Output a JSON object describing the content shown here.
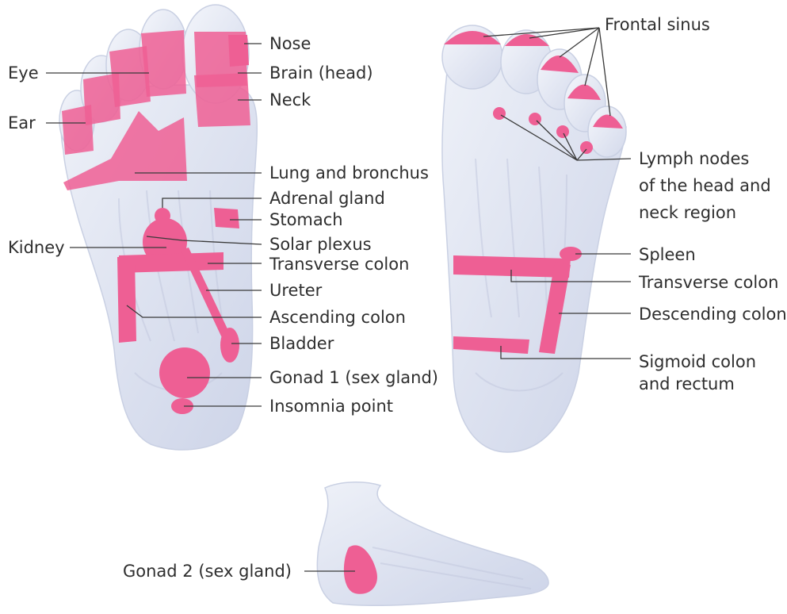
{
  "colors": {
    "zone": "#ee5f94",
    "foot": "#dfe4f1",
    "text": "#2e2e2e"
  },
  "labels": {
    "nose": "Nose",
    "brain": "Brain (head)",
    "neck": "Neck",
    "eye": "Eye",
    "ear": "Ear",
    "lung": "Lung and bronchus",
    "adrenal": "Adrenal gland",
    "stomach": "Stomach",
    "kidney": "Kidney",
    "solar_plexus": "Solar plexus",
    "transverse_colon_left": "Transverse colon",
    "ureter": "Ureter",
    "ascending_colon": "Ascending colon",
    "bladder": "Bladder",
    "gonad1": "Gonad 1 (sex gland)",
    "insomnia": "Insomnia point",
    "frontal_sinus": "Frontal sinus",
    "lymph_line1": "Lymph nodes",
    "lymph_line2": "of the head and",
    "lymph_line3": "neck region",
    "spleen": "Spleen",
    "transverse_colon_right": "Transverse colon",
    "descending_colon": "Descending colon",
    "sigmoid_line1": "Sigmoid colon",
    "sigmoid_line2": "and rectum",
    "gonad2": "Gonad 2 (sex gland)"
  }
}
